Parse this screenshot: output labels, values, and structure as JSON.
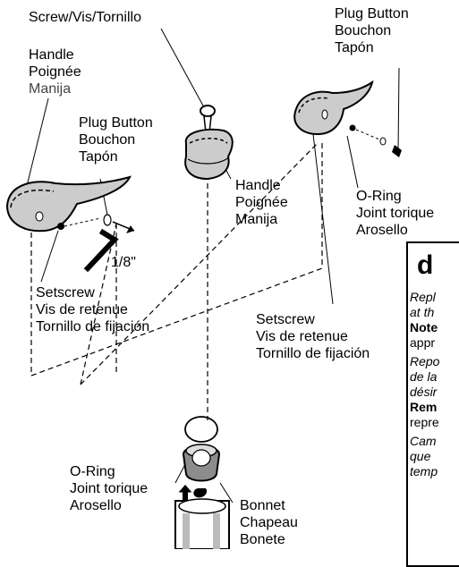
{
  "labels": {
    "screw": "Screw/Vis/Tornillo",
    "plug_top": [
      "Plug Button",
      "Bouchon",
      "Tapón"
    ],
    "handle_left": [
      "Handle",
      "Poignée",
      "Manija"
    ],
    "plug_left": [
      "Plug Button",
      "Bouchon",
      "Tapón"
    ],
    "handle_mid": [
      "Handle",
      "Poignée",
      "Manija"
    ],
    "oring_right": [
      "O-Ring",
      "Joint torique",
      "Arosello"
    ],
    "wrench_size": "1/8\"",
    "setscrew_left": [
      "Setscrew",
      "Vis de retenue",
      "Tornillo de fijación"
    ],
    "setscrew_mid": [
      "Setscrew",
      "Vis de retenue",
      "Tornillo de fijación"
    ],
    "oring_bottom": [
      "O-Ring",
      "Joint torique",
      "Arosello"
    ],
    "bonnet": [
      "Bonnet",
      "Chapeau",
      "Bonete"
    ]
  },
  "step": {
    "letter": "d",
    "lines": [
      "Repl",
      "at th",
      "Note",
      "appr",
      "Repo",
      "de la",
      "désir",
      "Rem",
      "repre",
      "Cam",
      "que",
      "temp"
    ]
  },
  "colors": {
    "line": "#000000",
    "handle_fill": "#cccccc",
    "bonnet_fill": "#8c8c8c"
  }
}
